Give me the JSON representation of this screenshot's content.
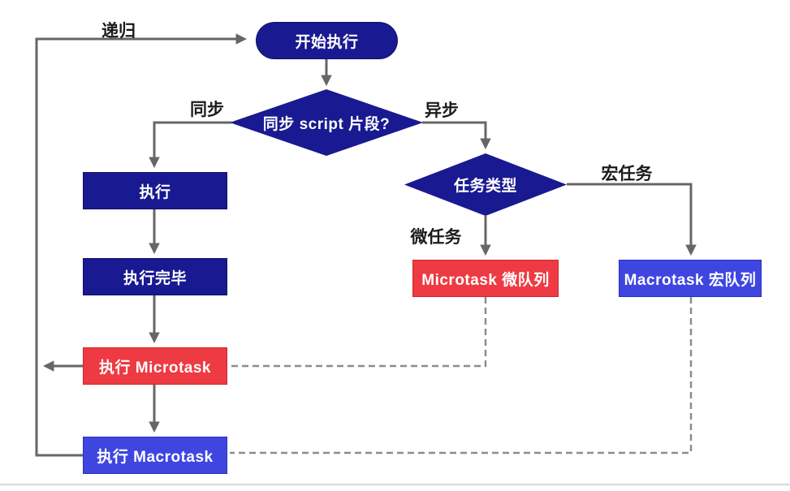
{
  "diagram": {
    "nodes": {
      "start": {
        "label": "开始执行"
      },
      "sync_decision": {
        "label": "同步 script 片段?"
      },
      "task_type": {
        "label": "任务类型"
      },
      "execute": {
        "label": "执行"
      },
      "execute_done": {
        "label": "执行完毕"
      },
      "run_microtask": {
        "label": "执行 Microtask"
      },
      "run_macrotask": {
        "label": "执行 Macrotask"
      },
      "microtask_queue": {
        "label": "Microtask 微队列"
      },
      "macrotask_queue": {
        "label": "Macrotask 宏队列"
      }
    },
    "edge_labels": {
      "recursion": "递归",
      "sync": "同步",
      "async": "异步",
      "micro": "微任务",
      "macro": "宏任务"
    },
    "colors": {
      "navy": "#191991",
      "red": "#ee3a42",
      "blue": "#3f46e0",
      "line": "#666666",
      "dash": "#8c8c8c",
      "label-ink": "#1b1b1b",
      "divider": "#d9dee4"
    }
  }
}
